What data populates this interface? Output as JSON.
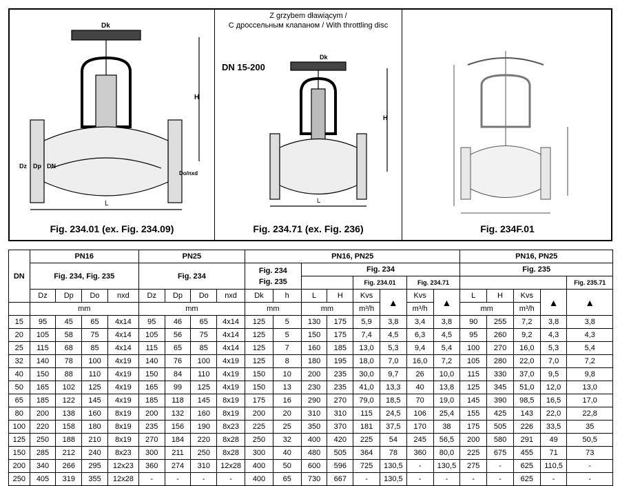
{
  "panels": {
    "p1_caption": "Fig. 234.01 (ex. Fig. 234.09)",
    "p2_title1": "Z grzybem dławiącym /",
    "p2_title2": "С дроссельным клапаном / With throttling disc",
    "p2_dn": "DN 15-200",
    "p2_caption": "Fig. 234.71 (ex. Fig. 236)",
    "p3_caption": "Fig. 234F.01",
    "dim_dk": "Dk",
    "dim_h": "H",
    "dim_l": "L",
    "dim_dz": "Dz",
    "dim_dp": "Dp",
    "dim_dn": "DN",
    "dim_donxd": "Do/nxd"
  },
  "table": {
    "h_dn": "DN",
    "h_pn16": "PN16",
    "h_pn25": "PN25",
    "h_pn1625a": "PN16, PN25",
    "h_pn1625b": "PN16, PN25",
    "h_fig234_235": "Fig. 234, Fig. 235",
    "h_fig234": "Fig. 234",
    "h_fig234b": "Fig. 234",
    "h_fig235b": "Fig. 235",
    "h_fig234c": "Fig. 234",
    "h_fig235": "Fig. 235",
    "h_fig23401": "Fig. 234.01",
    "h_fig23471": "Fig. 234.71",
    "h_fig23571": "Fig. 235.71",
    "c_dz": "Dz",
    "c_dp": "Dp",
    "c_do": "Do",
    "c_nxd": "nxd",
    "c_dk": "Dk",
    "c_h": "h",
    "c_L": "L",
    "c_H": "H",
    "c_kvs": "Kvs",
    "u_mm": "mm",
    "u_m3h": "m³/h",
    "u_kg": "kg",
    "rows": [
      [
        "15",
        "95",
        "45",
        "65",
        "4x14",
        "95",
        "46",
        "65",
        "4x14",
        "125",
        "5",
        "130",
        "175",
        "5,9",
        "3,8",
        "3,4",
        "3,8",
        "90",
        "255",
        "7,2",
        "3,8",
        "3,8"
      ],
      [
        "20",
        "105",
        "58",
        "75",
        "4x14",
        "105",
        "56",
        "75",
        "4x14",
        "125",
        "5",
        "150",
        "175",
        "7,4",
        "4,5",
        "6,3",
        "4,5",
        "95",
        "260",
        "9,2",
        "4,3",
        "4,3"
      ],
      [
        "25",
        "115",
        "68",
        "85",
        "4x14",
        "115",
        "65",
        "85",
        "4x14",
        "125",
        "7",
        "160",
        "185",
        "13,0",
        "5,3",
        "9,4",
        "5,4",
        "100",
        "270",
        "16,0",
        "5,3",
        "5,4"
      ],
      [
        "32",
        "140",
        "78",
        "100",
        "4x19",
        "140",
        "76",
        "100",
        "4x19",
        "125",
        "8",
        "180",
        "195",
        "18,0",
        "7,0",
        "16,0",
        "7,2",
        "105",
        "280",
        "22,0",
        "7,0",
        "7,2"
      ],
      [
        "40",
        "150",
        "88",
        "110",
        "4x19",
        "150",
        "84",
        "110",
        "4x19",
        "150",
        "10",
        "200",
        "235",
        "30,0",
        "9,7",
        "26",
        "10,0",
        "115",
        "330",
        "37,0",
        "9,5",
        "9,8"
      ],
      [
        "50",
        "165",
        "102",
        "125",
        "4x19",
        "165",
        "99",
        "125",
        "4x19",
        "150",
        "13",
        "230",
        "235",
        "41,0",
        "13,3",
        "40",
        "13,8",
        "125",
        "345",
        "51,0",
        "12,0",
        "13,0"
      ],
      [
        "65",
        "185",
        "122",
        "145",
        "4x19",
        "185",
        "118",
        "145",
        "8x19",
        "175",
        "16",
        "290",
        "270",
        "79,0",
        "18,5",
        "70",
        "19,0",
        "145",
        "390",
        "98,5",
        "16,5",
        "17,0"
      ],
      [
        "80",
        "200",
        "138",
        "160",
        "8x19",
        "200",
        "132",
        "160",
        "8x19",
        "200",
        "20",
        "310",
        "310",
        "115",
        "24,5",
        "106",
        "25,4",
        "155",
        "425",
        "143",
        "22,0",
        "22,8"
      ],
      [
        "100",
        "220",
        "158",
        "180",
        "8x19",
        "235",
        "156",
        "190",
        "8x23",
        "225",
        "25",
        "350",
        "370",
        "181",
        "37,5",
        "170",
        "38",
        "175",
        "505",
        "226",
        "33,5",
        "35"
      ],
      [
        "125",
        "250",
        "188",
        "210",
        "8x19",
        "270",
        "184",
        "220",
        "8x28",
        "250",
        "32",
        "400",
        "420",
        "225",
        "54",
        "245",
        "56,5",
        "200",
        "580",
        "291",
        "49",
        "50,5"
      ],
      [
        "150",
        "285",
        "212",
        "240",
        "8x23",
        "300",
        "211",
        "250",
        "8x28",
        "300",
        "40",
        "480",
        "505",
        "364",
        "78",
        "360",
        "80,0",
        "225",
        "675",
        "455",
        "71",
        "73"
      ],
      [
        "200",
        "340",
        "266",
        "295",
        "12x23",
        "360",
        "274",
        "310",
        "12x28",
        "400",
        "50",
        "600",
        "596",
        "725",
        "130,5",
        "-",
        "130,5",
        "275",
        "-",
        "625",
        "110,5",
        "-"
      ],
      [
        "250",
        "405",
        "319",
        "355",
        "12x28",
        "-",
        "-",
        "-",
        "-",
        "400",
        "65",
        "730",
        "667",
        "-",
        "130,5",
        "-",
        "-",
        "-",
        "-",
        "625",
        "-",
        "-"
      ]
    ]
  }
}
